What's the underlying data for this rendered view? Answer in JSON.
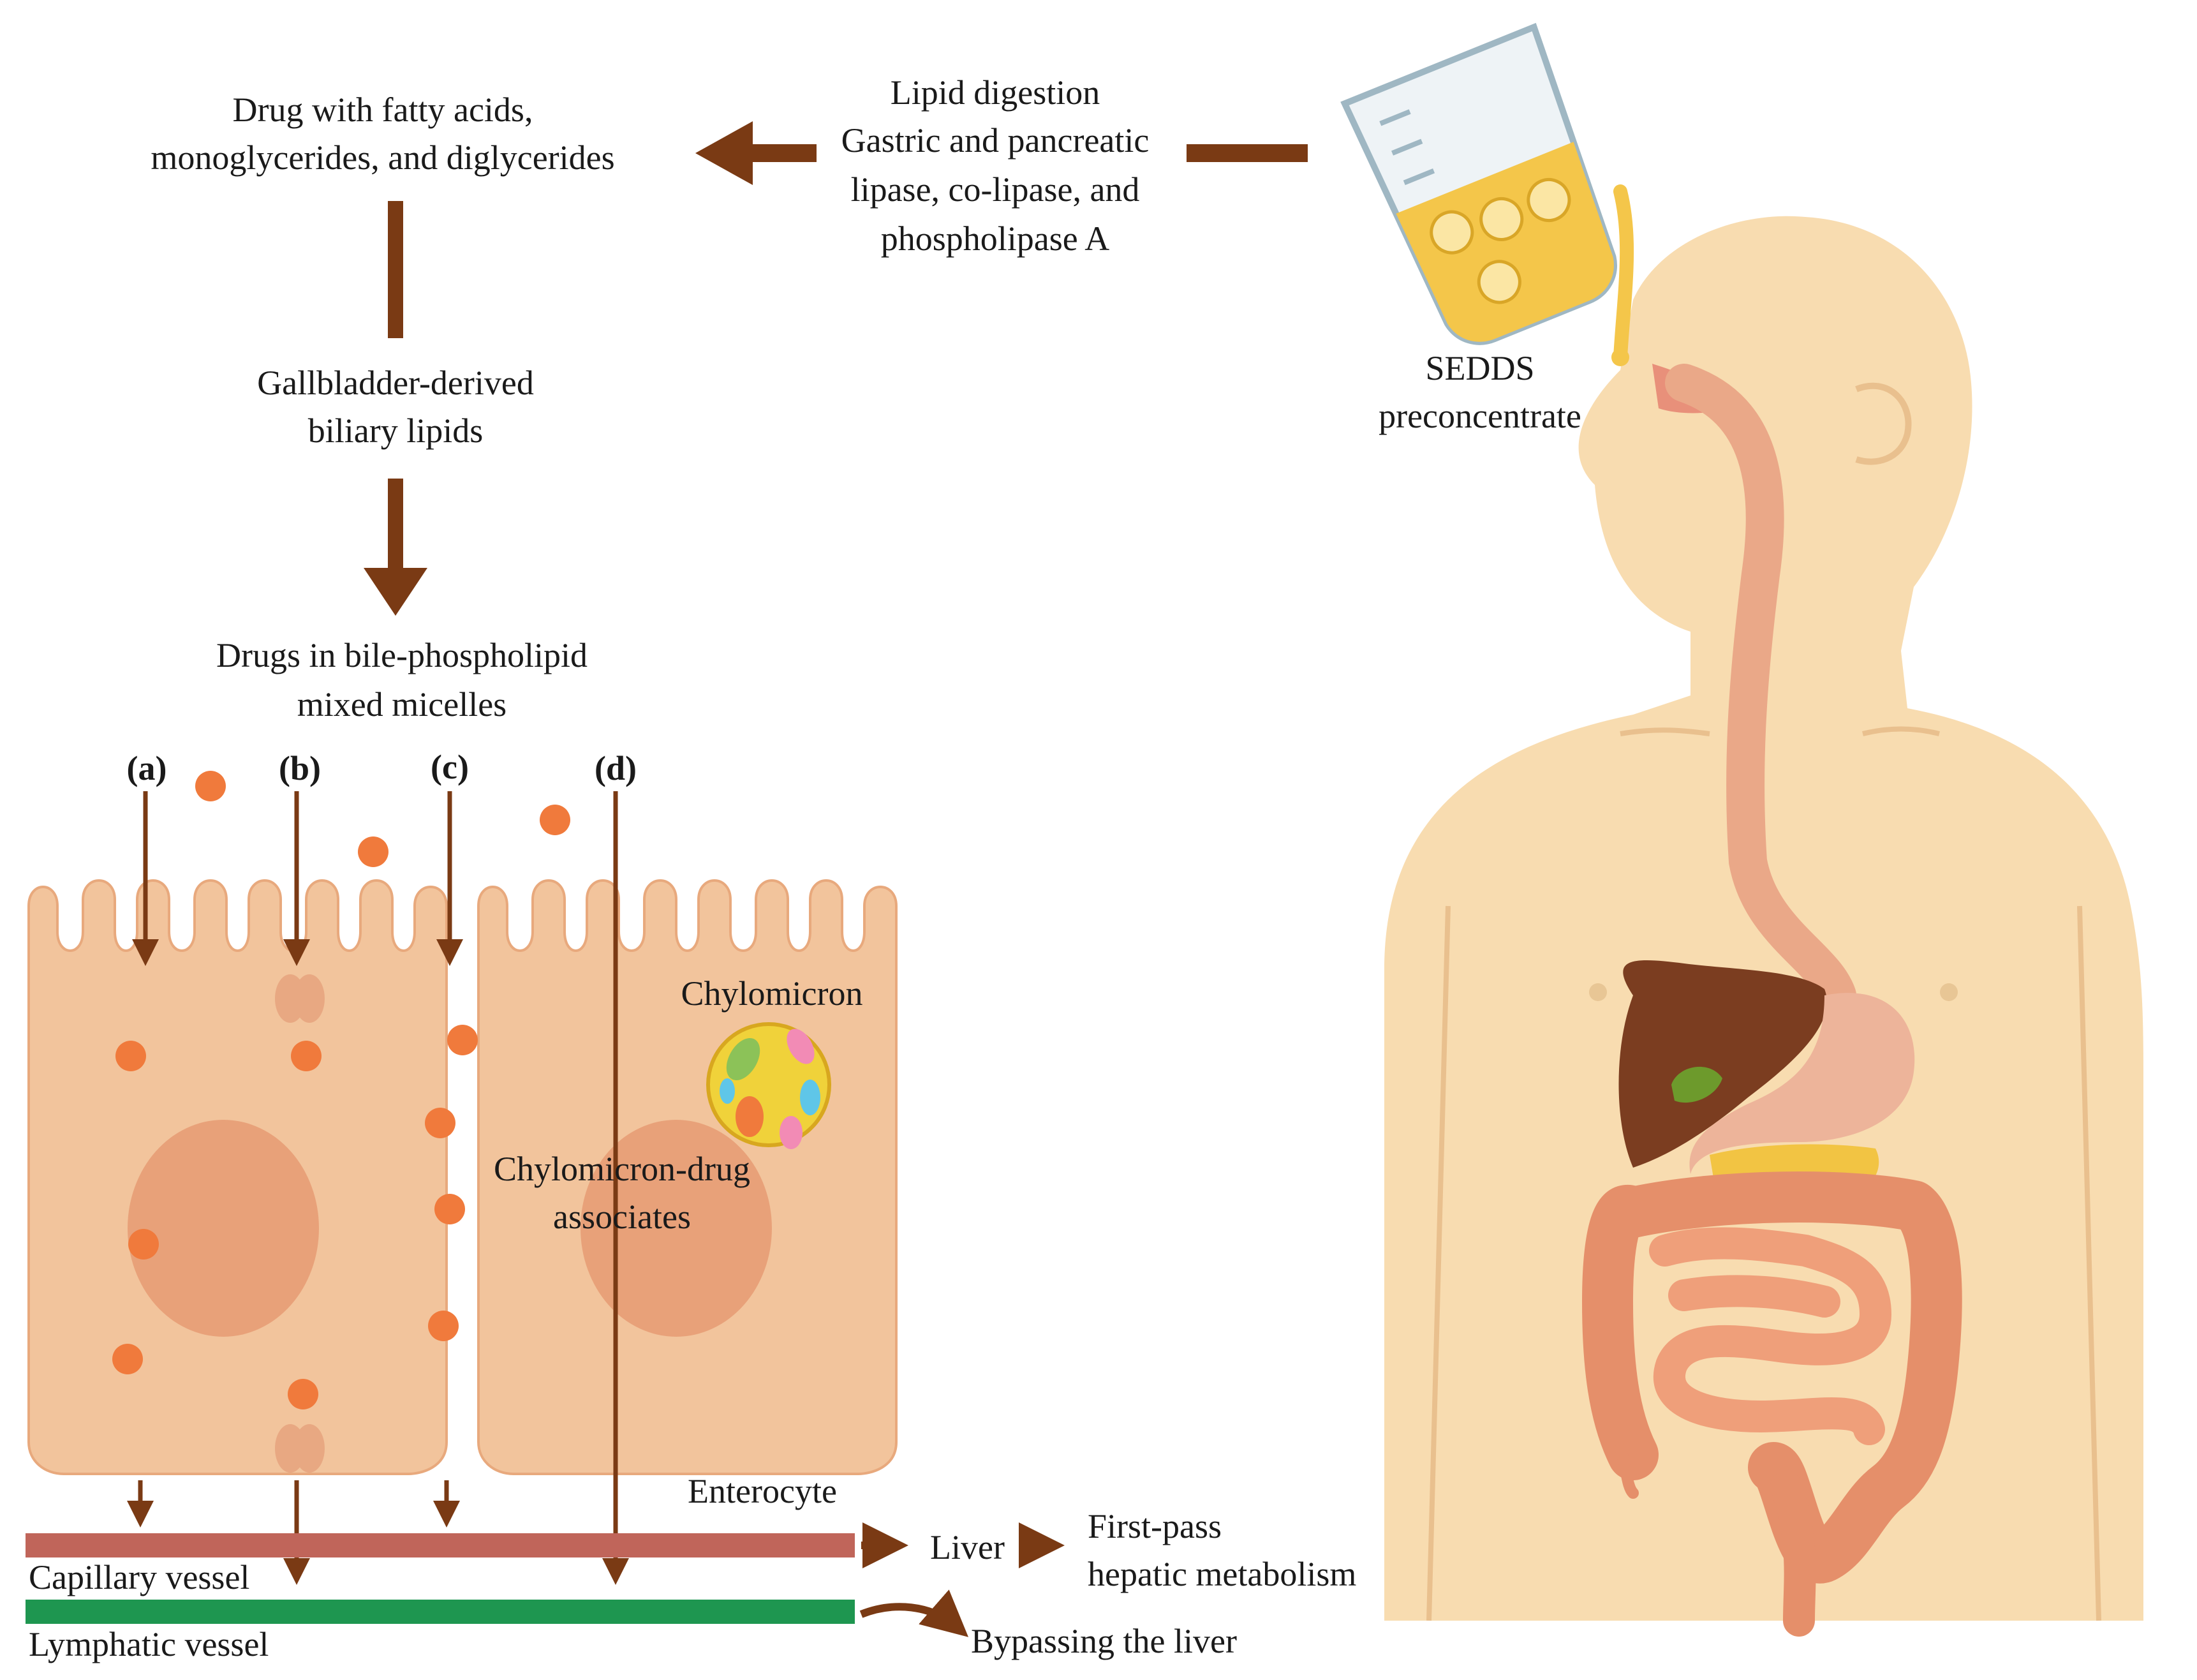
{
  "labels": {
    "lipid_digestion": [
      "Lipid digestion",
      "Gastric and pancreatic",
      "lipase, co-lipase, and",
      "phospholipase A"
    ],
    "drug_fatty": [
      "Drug with fatty acids,",
      "monoglycerides, and diglycerides"
    ],
    "gallbladder": [
      "Gallbladder-derived",
      "biliary lipids"
    ],
    "micelles": [
      "Drugs in bile-phospholipid",
      "mixed micelles"
    ],
    "sedds": [
      "SEDDS",
      "preconcentrate"
    ],
    "chylomicron": "Chylomicron",
    "chylo_drug": [
      "Chylomicron-drug",
      "associates"
    ],
    "enterocyte": "Enterocyte",
    "capillary": "Capillary vessel",
    "lymphatic": "Lymphatic vessel",
    "liver": "Liver",
    "first_pass": [
      "First-pass",
      "hepatic metabolism"
    ],
    "bypass": "Bypassing the liver",
    "route_a": "(a)",
    "route_b": "(b)",
    "route_c": "(c)",
    "route_d": "(d)"
  },
  "colors": {
    "arrow": "#7a3a14",
    "cell": "#f2c49c",
    "cell_edge": "#e8a97d",
    "nucleus": "#e8a179",
    "drug_dot": "#f07a3c",
    "capillary": "#c0655a",
    "lymphatic": "#1e9650",
    "skin": "#f8dcb0",
    "liver": "#7b3d20",
    "gut": "#e79a74"
  }
}
